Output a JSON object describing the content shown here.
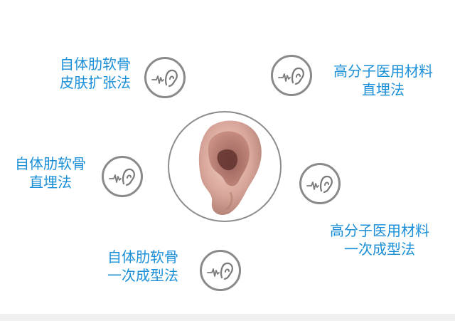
{
  "methods": [
    {
      "lines": [
        "自体肋软骨",
        "皮肤扩张法"
      ]
    },
    {
      "lines": [
        "高分子医用材料",
        "直埋法"
      ]
    },
    {
      "lines": [
        "自体肋软骨",
        "直埋法"
      ]
    },
    {
      "lines": [
        "高分子医用材料",
        "一次成型法"
      ]
    },
    {
      "lines": [
        "自体肋软骨",
        "一次成型法"
      ]
    }
  ],
  "colors": {
    "label": "#1a8fd8",
    "ring": "#8a8a8a"
  },
  "icons": [
    "ear-wave-icon",
    "ear-illustration"
  ]
}
